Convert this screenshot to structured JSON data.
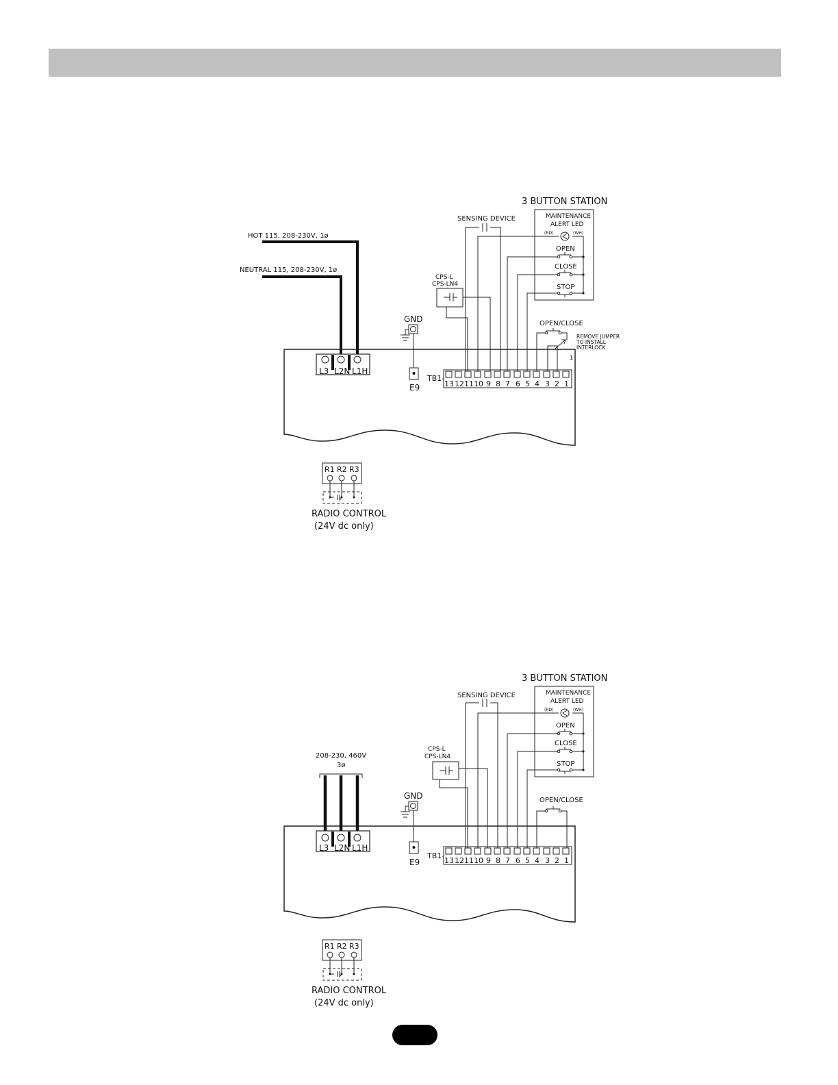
{
  "diagrams": [
    {
      "station_title": "3 BUTTON STATION",
      "maintenance": "MAINTENANCE",
      "alert_led": "ALERT LED",
      "rd": "(RD)",
      "wh": "(WH)",
      "open": "OPEN",
      "close": "CLOSE",
      "stop": "STOP",
      "sensing_device": "SENSING DEVICE",
      "cps_l": "CPS-L",
      "cps_ln4": "CPS-LN4",
      "gnd": "GND",
      "e9": "E9",
      "open_close": "OPEN/CLOSE",
      "remove_jumper": [
        "REMOVE JUMPER",
        "TO INSTALL",
        "INTERLOCK"
      ],
      "supply_hot": "HOT 115, 208-230V, 1ø",
      "supply_neutral": "NEUTRAL 115, 208-230V, 1ø",
      "power_terminals": [
        "L3",
        "L2N",
        "L1H"
      ],
      "tb_label": "TB1-",
      "tb_terminals": [
        "13",
        "12",
        "11",
        "10",
        "9",
        "8",
        "7",
        "6",
        "5",
        "4",
        "3",
        "2",
        "1"
      ],
      "radio_terminals": [
        "R1",
        "R2",
        "R3"
      ],
      "radio_control": "RADIO CONTROL",
      "radio_note": "(24V dc only)"
    },
    {
      "station_title": "3 BUTTON STATION",
      "maintenance": "MAINTENANCE",
      "alert_led": "ALERT LED",
      "rd": "(RD)",
      "wh": "(WH)",
      "open": "OPEN",
      "close": "CLOSE",
      "stop": "STOP",
      "sensing_device": "SENSING DEVICE",
      "cps_l": "CPS-L",
      "cps_ln4": "CPS-LN4",
      "gnd": "GND",
      "e9": "E9",
      "open_close": "OPEN/CLOSE",
      "supply_3ph": "208-230, 460V",
      "supply_3ph_phase": "3ø",
      "power_terminals": [
        "L3",
        "L2N",
        "L1H"
      ],
      "tb_label": "TB1-",
      "tb_terminals": [
        "13",
        "12",
        "11",
        "10",
        "9",
        "8",
        "7",
        "6",
        "5",
        "4",
        "3",
        "2",
        "1"
      ],
      "radio_terminals": [
        "R1",
        "R2",
        "R3"
      ],
      "radio_control": "RADIO CONTROL",
      "radio_note": "(24V dc only)"
    }
  ]
}
